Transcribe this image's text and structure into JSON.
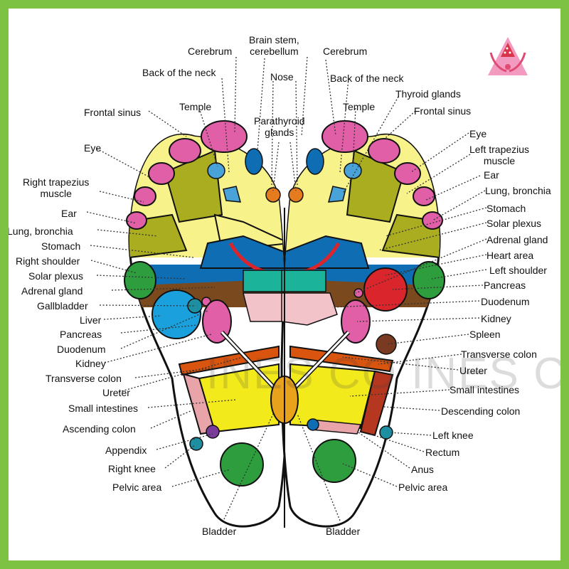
{
  "watermark": "INES CO INES CO INE",
  "colors": {
    "border": "#7dc242",
    "toe_pink": "#e05fa6",
    "yellow": "#f7f28a",
    "olive": "#a9ad1f",
    "blue": "#0f6db3",
    "green": "#2e9d3e",
    "brown": "#7a4a1e",
    "orange": "#e47b1f",
    "red": "#d9252b",
    "teal": "#1d8fa0"
  },
  "icons": {
    "logo": "pink-triangle-hands-logo"
  },
  "labels": {
    "cerebrum_l": "Cerebrum",
    "brain_stem": "Brain stem,\ncerebellum",
    "cerebrum_r": "Cerebrum",
    "back_neck_l": "Back of the neck",
    "nose": "Nose",
    "back_neck_r": "Back of the neck",
    "thyroid": "Thyroid glands",
    "temple_l": "Temple",
    "temple_r": "Temple",
    "frontal_l": "Frontal sinus",
    "frontal_r": "Frontal sinus",
    "parathyroid": "Parathyroid\nglands",
    "eye_l": "Eye",
    "eye_r": "Eye",
    "right_trapezius": "Right trapezius\nmuscle",
    "left_trapezius": "Left trapezius\nmuscle",
    "ear_l": "Ear",
    "ear_r": "Ear",
    "lung_l": "Lung, bronchia",
    "lung_r": "Lung, bronchia",
    "stomach_l": "Stomach",
    "stomach_r": "Stomach",
    "right_shoulder": "Right shoulder",
    "solar_l": "Solar plexus",
    "solar_r": "Solar plexus",
    "adrenal_l": "Adrenal gland",
    "adrenal_r": "Adrenal gland",
    "heart": "Heart area",
    "left_shoulder": "Left shoulder",
    "gallbladder": "Gallbladder",
    "pancreas_r": "Pancreas",
    "liver": "Liver",
    "duodenum_r": "Duodenum",
    "pancreas_l": "Pancreas",
    "kidney_r": "Kidney",
    "duodenum_l": "Duodenum",
    "spleen": "Spleen",
    "kidney_l": "Kidney",
    "transverse_r": "Transverse colon",
    "transverse_l": "Transverse colon",
    "ureter_r": "Ureter",
    "ureter_l": "Ureter",
    "small_int_r": "Small intestines",
    "small_int_l": "Small intestines",
    "descending": "Descending colon",
    "ascending": "Ascending colon",
    "left_knee": "Left knee",
    "appendix": "Appendix",
    "rectum": "Rectum",
    "right_knee": "Right knee",
    "anus": "Anus",
    "pelvic_l": "Pelvic area",
    "pelvic_r": "Pelvic area",
    "bladder_l": "Bladder",
    "bladder_r": "Bladder"
  }
}
